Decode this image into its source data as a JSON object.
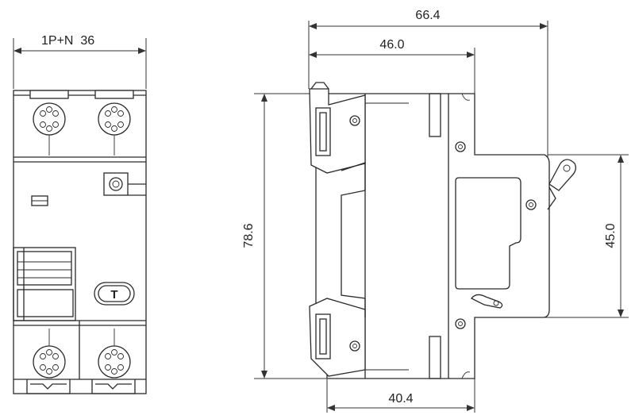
{
  "front_view": {
    "width_label": "1P+N  36",
    "test_button_label": "T"
  },
  "side_view": {
    "overall_depth_label": "66.4",
    "mid_depth_label": "46.0",
    "height_label": "78.6",
    "front_panel_height_label": "45.0",
    "base_depth_label": "40.4"
  }
}
